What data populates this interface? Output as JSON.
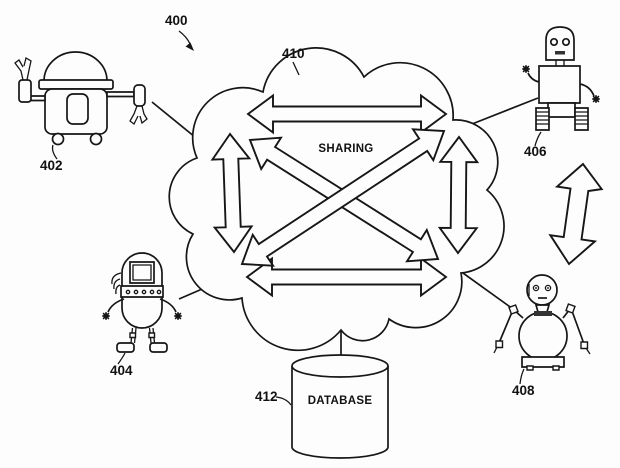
{
  "figure": {
    "reference_label": "400",
    "cloud": {
      "label": "410",
      "title": "SHARING"
    },
    "database": {
      "label": "412",
      "title": "DATABASE"
    },
    "robots": [
      {
        "id": "robot-402",
        "label": "402",
        "position": "top-left",
        "type": "dome-head wheeled cart robot"
      },
      {
        "id": "robot-404",
        "label": "404",
        "position": "bottom-left",
        "type": "capsule body robot with screen"
      },
      {
        "id": "robot-406",
        "label": "406",
        "position": "top-right",
        "type": "boxy robot with treads"
      },
      {
        "id": "robot-408",
        "label": "408",
        "position": "bottom-right",
        "type": "round-body robot with articulated arms"
      }
    ],
    "connections": [
      "robot-402 to cloud",
      "robot-404 to cloud",
      "robot-406 to cloud",
      "robot-408 to cloud",
      "cloud to database",
      "bidirectional exchange arrows inside cloud",
      "vertical bidirectional arrow between robot-406 and robot-408"
    ]
  },
  "colors": {
    "line": "#161616",
    "background": "#fdfdfd"
  }
}
